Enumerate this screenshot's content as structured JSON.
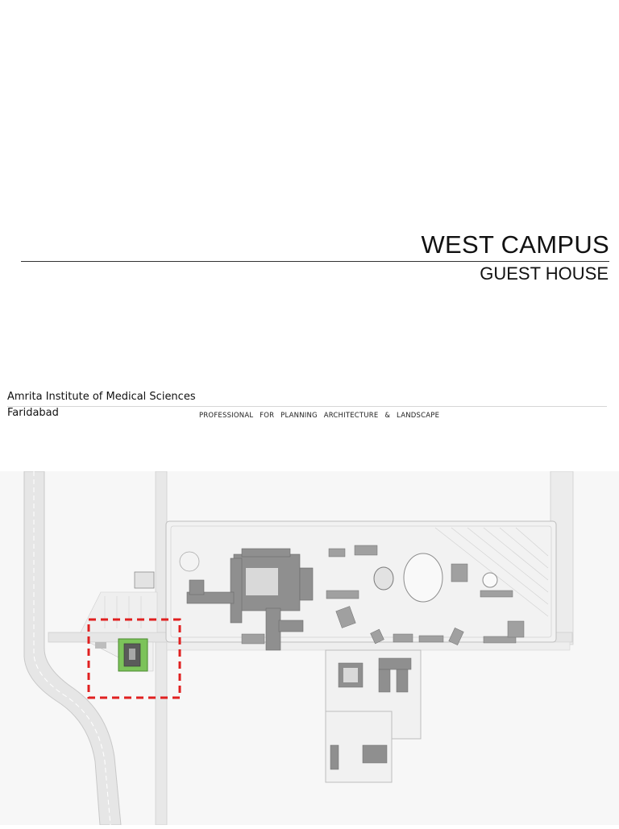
{
  "title_block": {
    "title": "WEST CAMPUS",
    "subtitle": "GUEST HOUSE"
  },
  "header": {
    "institute_name": "Amrita Institute of Medical Sciences",
    "city": "Faridabad",
    "tagline": "PROFESSIONAL FOR PLANNING ARCHITECTURE & LANDSCAPE"
  },
  "site_plan": {
    "highlight_color": "#e02020",
    "guest_house_color": "#7cc35a",
    "building_color": "#8f8f8f",
    "road_color": "#e9e9e9"
  }
}
